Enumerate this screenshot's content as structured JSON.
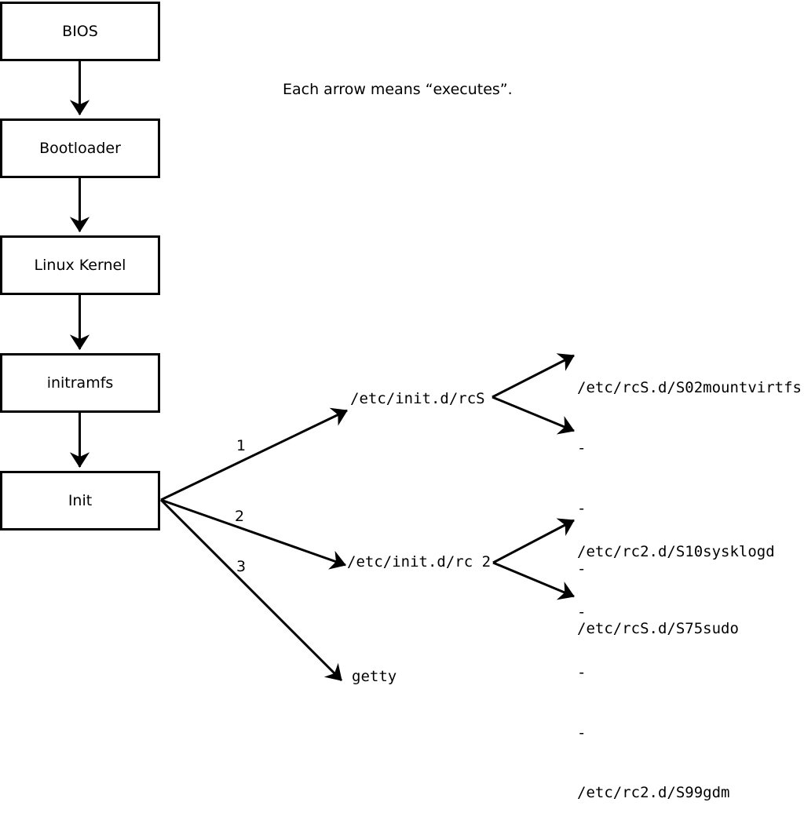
{
  "note": "Each arrow means “executes”.",
  "palette": {
    "line": "#000000",
    "background": "#ffffff"
  },
  "chain": [
    {
      "label": "BIOS"
    },
    {
      "label": "Bootloader"
    },
    {
      "label": "Linux Kernel"
    },
    {
      "label": "initramfs"
    },
    {
      "label": "Init"
    }
  ],
  "branches": [
    {
      "order": "1",
      "target": "/etc/init.d/rcS"
    },
    {
      "order": "2",
      "target": "/etc/init.d/rc 2"
    },
    {
      "order": "3",
      "target": "getty"
    }
  ],
  "rcS_scripts": [
    "/etc/rcS.d/S02mountvirtfs",
    "-",
    "-",
    "-",
    "/etc/rcS.d/S75sudo"
  ],
  "rc2_scripts": [
    "/etc/rc2.d/S10sysklogd",
    "-",
    "-",
    "-",
    "/etc/rc2.d/S99gdm"
  ]
}
